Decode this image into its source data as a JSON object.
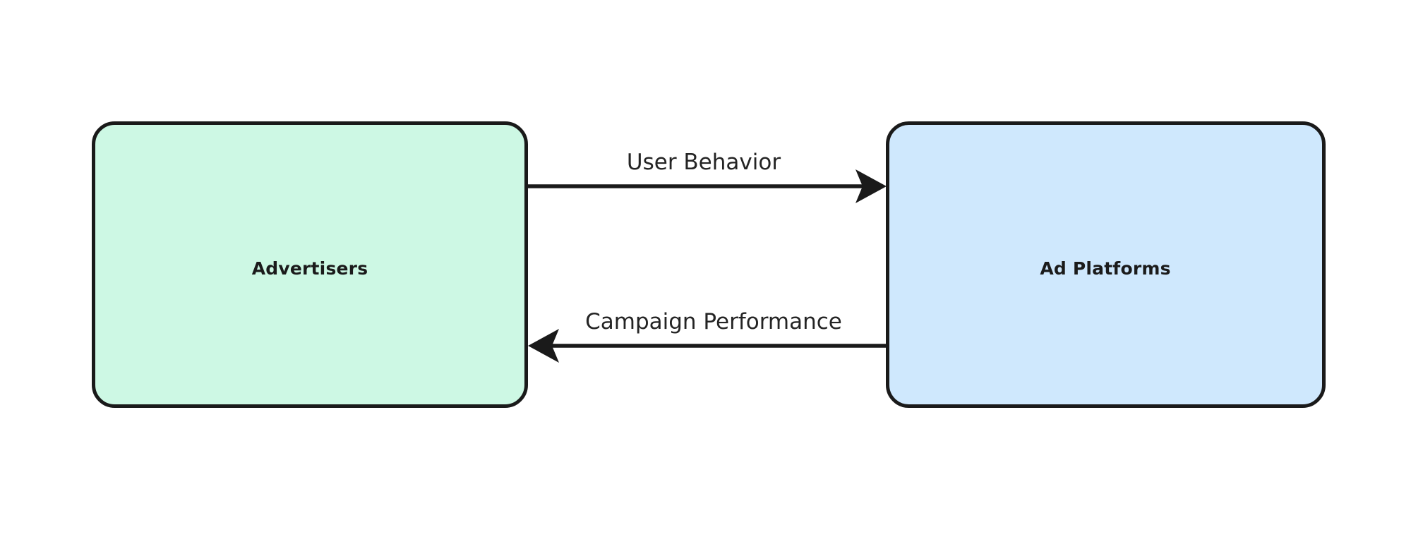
{
  "diagram": {
    "type": "flowchart",
    "orientation": "left-to-right",
    "background_color": "#ffffff",
    "nodes": [
      {
        "id": "advertisers",
        "label": "Advertisers",
        "shape": "rounded-rectangle",
        "fill_color": "#cdf8e4",
        "stroke_color": "#1a1a1a"
      },
      {
        "id": "ad-platforms",
        "label": "Ad Platforms",
        "shape": "rounded-rectangle",
        "fill_color": "#cfe8fd",
        "stroke_color": "#1a1a1a"
      }
    ],
    "edges": [
      {
        "id": "user-behavior",
        "label": "User Behavior",
        "from": "advertisers",
        "to": "ad-platforms",
        "direction": "right",
        "stroke_color": "#1a1a1a"
      },
      {
        "id": "campaign-performance",
        "label": "Campaign Performance",
        "from": "ad-platforms",
        "to": "advertisers",
        "direction": "left",
        "stroke_color": "#1a1a1a"
      }
    ]
  }
}
